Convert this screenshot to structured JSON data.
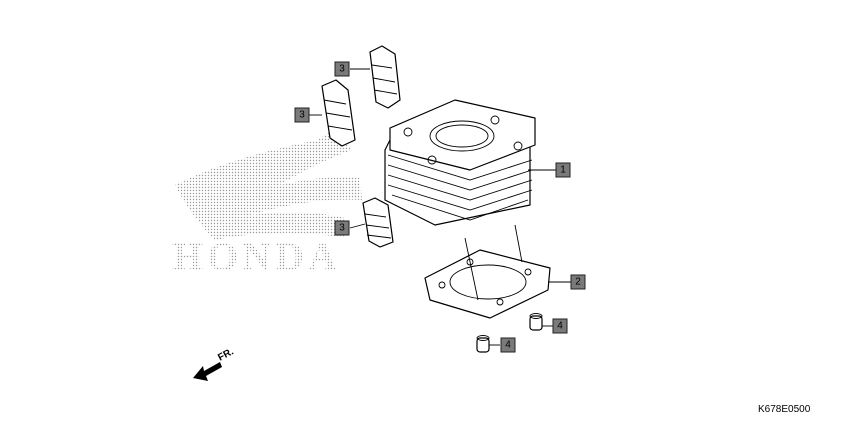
{
  "watermark": {
    "brand_text": "HONDA"
  },
  "callouts": [
    {
      "id": "c1",
      "label": "1"
    },
    {
      "id": "c2",
      "label": "2"
    },
    {
      "id": "c3a",
      "label": "3"
    },
    {
      "id": "c3b",
      "label": "3"
    },
    {
      "id": "c3c",
      "label": "3"
    },
    {
      "id": "c4a",
      "label": "4"
    },
    {
      "id": "c4b",
      "label": "4"
    }
  ],
  "direction": {
    "label": "FR."
  },
  "figure_code": "K678E0500"
}
